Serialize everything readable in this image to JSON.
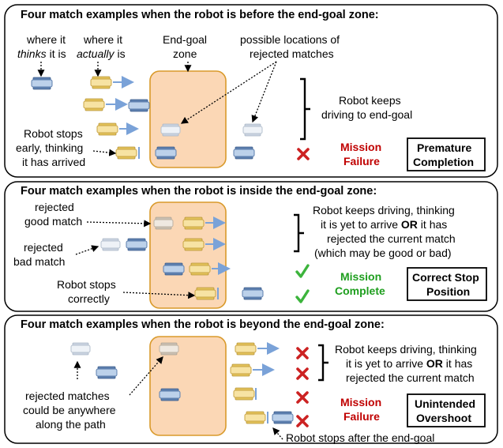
{
  "panel1": {
    "header": "Four match examples when the robot is before the end-goal zone:",
    "label_thinks_line1": "where it",
    "label_thinks_line2": "thinks",
    "label_thinks_line2b": "it is",
    "label_actually_line1": "where it",
    "label_actually_line2": "actually",
    "label_actually_line2b": "is",
    "zone_line1": "End-goal",
    "zone_line2": "zone",
    "rejected_line1": "possible locations of",
    "rejected_line2": "rejected matches",
    "keeps_line1": "Robot keeps",
    "keeps_line2": "driving to end-goal",
    "stops_line1": "Robot stops",
    "stops_line2": "early, thinking",
    "stops_line3": "it has arrived",
    "outcome_line1": "Mission",
    "outcome_line2": "Failure",
    "result_line1": "Premature",
    "result_line2": "Completion"
  },
  "panel2": {
    "header": "Four match examples when the robot is inside the end-goal zone:",
    "good_line1": "rejected",
    "good_line2": "good match",
    "bad_line1": "rejected",
    "bad_line2": "bad match",
    "stops_line1": "Robot stops",
    "stops_line2": "correctly",
    "keeps_line1": "Robot keeps driving, thinking",
    "keeps_line2a": "it is yet to arrive ",
    "keeps_line2b": "OR",
    "keeps_line2c": " it has",
    "keeps_line3": "rejected the current match",
    "keeps_line4": "(which may be good or bad)",
    "outcome_line1": "Mission",
    "outcome_line2": "Complete",
    "result_line1": "Correct Stop",
    "result_line2": "Position"
  },
  "panel3": {
    "header": "Four match examples when the robot is beyond the end-goal zone:",
    "rejected_line1": "rejected matches",
    "rejected_line2": "could be anywhere",
    "rejected_line3": "along the path",
    "keeps_line1": "Robot keeps driving, thinking",
    "keeps_line2a": "it is yet to arrive ",
    "keeps_line2b": "OR",
    "keeps_line2c": " it has",
    "keeps_line3": "rejected the current match",
    "outcome_line1": "Mission",
    "outcome_line2": "Failure",
    "result_line1": "Unintended",
    "result_line2": "Overshoot",
    "stops_after": "Robot stops after the end-goal"
  },
  "colors": {
    "zone_fill": "#fbd7b5",
    "zone_stroke": "#d99a2b",
    "robot_yellow": "#f7e3a3",
    "robot_blue": "#bcd1ea",
    "arrow_blue": "#7aa2d8",
    "cross_red": "#cc2222",
    "check_green": "#3cb43c"
  }
}
